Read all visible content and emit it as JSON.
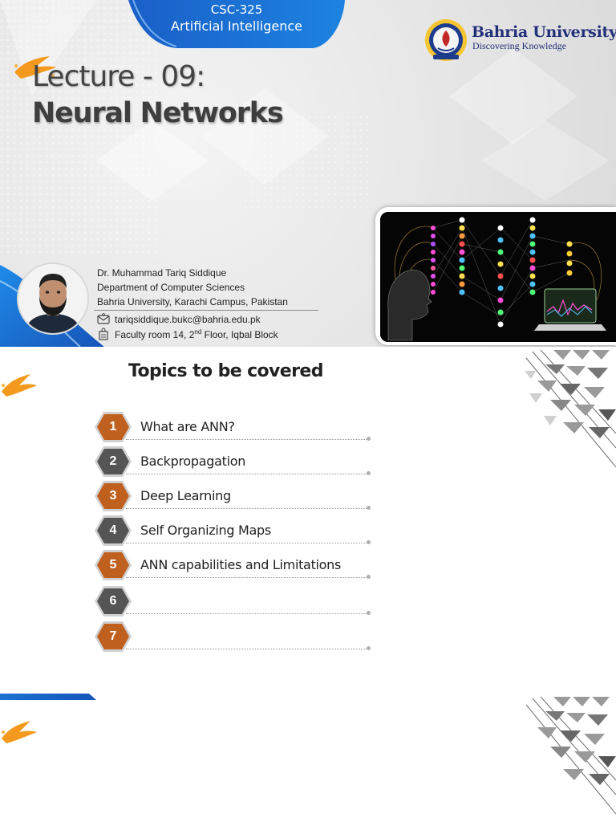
{
  "slide1": {
    "course_code": "CSC-325",
    "course_name": "Artificial Intelligence",
    "university_name": "Bahria University",
    "university_tagline": "Discovering Knowledge",
    "lecture_line": "Lecture - 09:",
    "lecture_topic": "Neural Networks",
    "instructor": {
      "name": "Dr. Muhammad Tariq Siddique",
      "department": "Department of Computer Sciences",
      "campus": "Bahria University, Karachi Campus, Pakistan",
      "email": "tariqsiddique.bukc@bahria.edu.pk",
      "room_prefix": "Faculty room 14, 2",
      "room_sup": "nd",
      "room_suffix": " Floor, Iqbal Block"
    },
    "icons": [
      "logo-seal-icon",
      "email-icon",
      "office-icon",
      "paint-splash-icon"
    ],
    "colors": {
      "brand_blue": "#1f6fd6",
      "brand_navy": "#22307a",
      "splash_orange": "#f39a1e"
    }
  },
  "slide2": {
    "title": "Topics to be covered",
    "topics": [
      {
        "number": "1",
        "label": "What are ANN?",
        "color": "#c0601f"
      },
      {
        "number": "2",
        "label": "Backpropagation",
        "color": "#555555"
      },
      {
        "number": "3",
        "label": "Deep Learning",
        "color": "#c0601f"
      },
      {
        "number": "4",
        "label": "Self Organizing Maps",
        "color": "#555555"
      },
      {
        "number": "5",
        "label": "ANN capabilities and Limitations",
        "color": "#c0601f"
      },
      {
        "number": "6",
        "label": "",
        "color": "#555555"
      },
      {
        "number": "7",
        "label": "",
        "color": "#c0601f"
      }
    ]
  }
}
